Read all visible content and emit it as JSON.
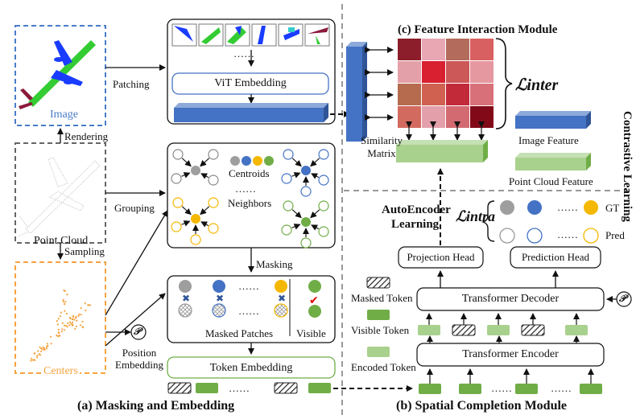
{
  "left": {
    "image_label": "Image",
    "patching": "Patching",
    "rendering": "Rendering",
    "point_cloud_label": "Point Cloud",
    "grouping": "Grouping",
    "sampling": "Sampling",
    "centers_label": "Centers",
    "position_embedding_l1": "Position",
    "position_embedding_l2": "Embedding",
    "pos_symbol": "𝒫"
  },
  "mask_module": {
    "vit_embedding": "ViT Embedding",
    "centroids": "Centroids",
    "dots": "……",
    "neighbors": "Neighbors",
    "masking": "Masking",
    "masked_patches": "Masked Patches",
    "visible": "Visible",
    "token_embedding": "Token Embedding",
    "caption": "(a) Masking and Embedding"
  },
  "feature_interaction": {
    "title": "(c) Feature Interaction Module",
    "similarity_l1": "Similarity",
    "similarity_l2": "Matrix",
    "loss_inter": "ℒinter",
    "image_feature": "Image Feature",
    "point_cloud_feature": "Point Cloud Feature",
    "contrastive_learning": "Contrastive Learning"
  },
  "spatial_completion": {
    "autoencoder_l1": "AutoEncoder",
    "autoencoder_l2": "Learning",
    "loss_intra": "ℒintra",
    "gt": "GT",
    "pred": "Pred",
    "projection_head": "Projection Head",
    "prediction_head": "Prediction Head",
    "masked_token": "Masked Token",
    "visible_token": "Visible Token",
    "encoded_token": "Encoded Token",
    "transformer_decoder": "Transformer Decoder",
    "transformer_encoder": "Transformer Encoder",
    "caption": "(b) Spatial Completion Module"
  },
  "colors": {
    "blue": "#4472c4",
    "green": "#70ad47",
    "light_green": "#a9d18e",
    "orange": "#f4a340",
    "gray": "#9e9e9e",
    "yellow": "#f5b800",
    "dash_blue": "#4a7cc9",
    "dash_gray": "#666666"
  }
}
